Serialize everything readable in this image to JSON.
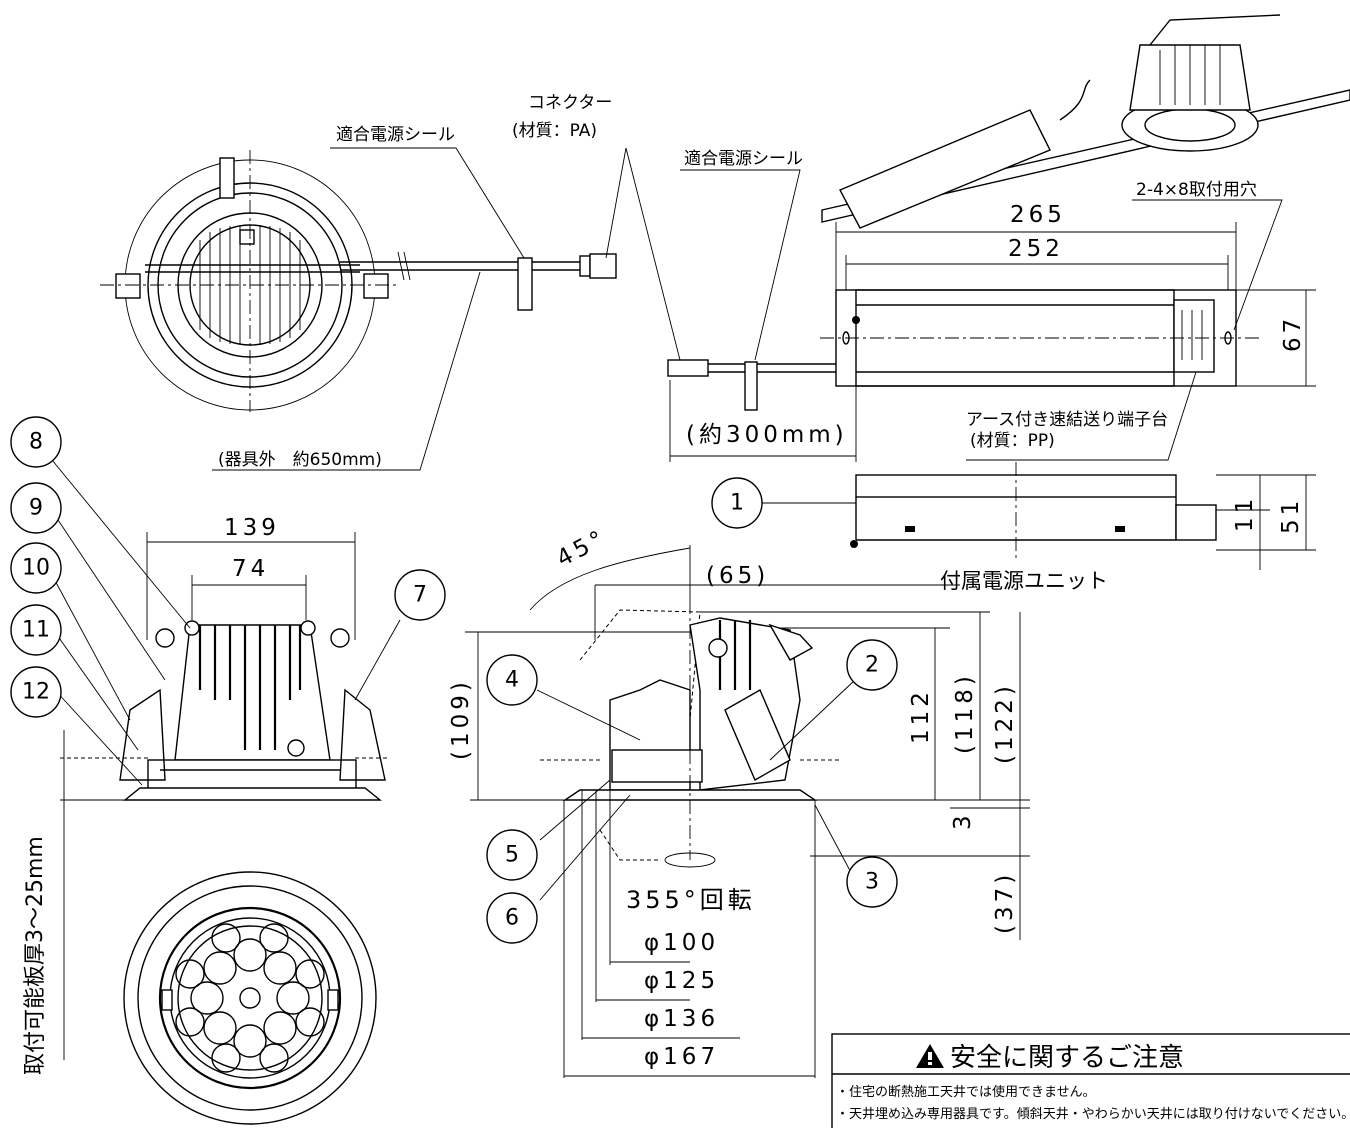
{
  "labels": {
    "power_seal_top": "適合電源シール",
    "connector": "コネクター",
    "connector_material": "(材質：PA)",
    "power_seal_right": "適合電源シール",
    "mount_holes": "2-4×8取付用穴",
    "terminal_block": "アース付き速結送り端子台",
    "terminal_material": "(材質：PP)",
    "cable_length": "(器具外　約650mm)",
    "cable_300": "(約300mm)",
    "power_unit": "付属電源ユニット",
    "rotation": "355°回転",
    "ceiling_thickness": "取付可能板厚3～25mm"
  },
  "dimensions": {
    "d265": "265",
    "d252": "252",
    "d67": "67",
    "d11": "11",
    "d51": "51",
    "d139": "139",
    "d74": "74",
    "d45": "45°",
    "d65": "(65)",
    "d109": "(109)",
    "d112": "112",
    "d118": "(118)",
    "d122": "(122)",
    "d3": "3",
    "d37": "(37)",
    "phi100": "φ100",
    "phi125": "φ125",
    "phi136": "φ136",
    "phi167": "φ167"
  },
  "callouts": [
    "1",
    "2",
    "3",
    "4",
    "5",
    "6",
    "7",
    "8",
    "9",
    "10",
    "11",
    "12"
  ],
  "safety": {
    "title": "安全に関するご注意",
    "line1": "・住宅の断熱施工天井では使用できません。",
    "line2": "・天井埋め込み専用器具です。傾斜天井・やわらかい天井には取り付けないでください。"
  },
  "icons": {
    "warning": "warning-triangle-icon"
  }
}
